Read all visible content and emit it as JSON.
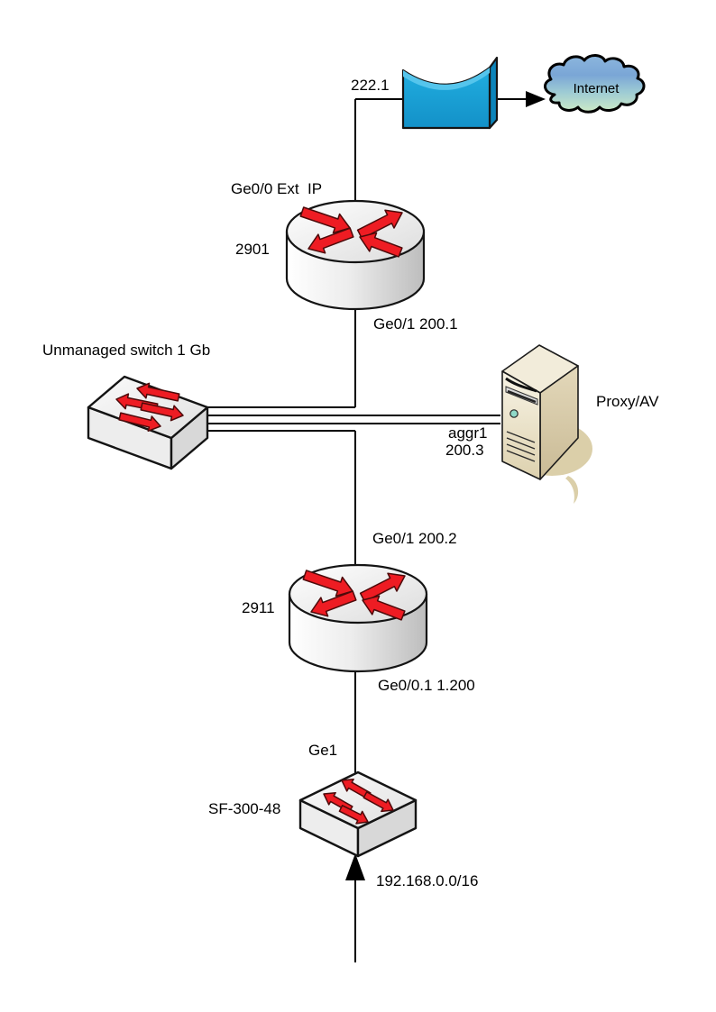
{
  "diagram": {
    "title_hint": "network-topology",
    "colors": {
      "arrow_red": "#ee1c23",
      "firewall_cyan": "#18a2da",
      "cloud_blue": "#7aa6d6",
      "cloud_green": "#cdeac6",
      "server_beige": "#e9dfc2",
      "line_black": "#000000"
    },
    "internet": {
      "label": "Internet"
    },
    "wan": {
      "ip_label": "222.1"
    },
    "router_2901": {
      "name": "2901",
      "wan_if_label": "Ge0/0 Ext  IP",
      "lan_if_label": "Ge0/1 200.1"
    },
    "unmanaged_switch": {
      "label": "Unmanaged switch 1 Gb"
    },
    "proxy_server": {
      "label": "Proxy/AV",
      "link_name": "aggr1",
      "link_ip": "200.3"
    },
    "router_2911": {
      "name": "2911",
      "wan_if_label": "Ge0/1 200.2",
      "lan_if_label": "Ge0/0.1 1.200"
    },
    "sf_switch": {
      "name": "SF-300-48",
      "uplink_label": "Ge1"
    },
    "lan": {
      "subnet": "192.168.0.0/16"
    }
  }
}
